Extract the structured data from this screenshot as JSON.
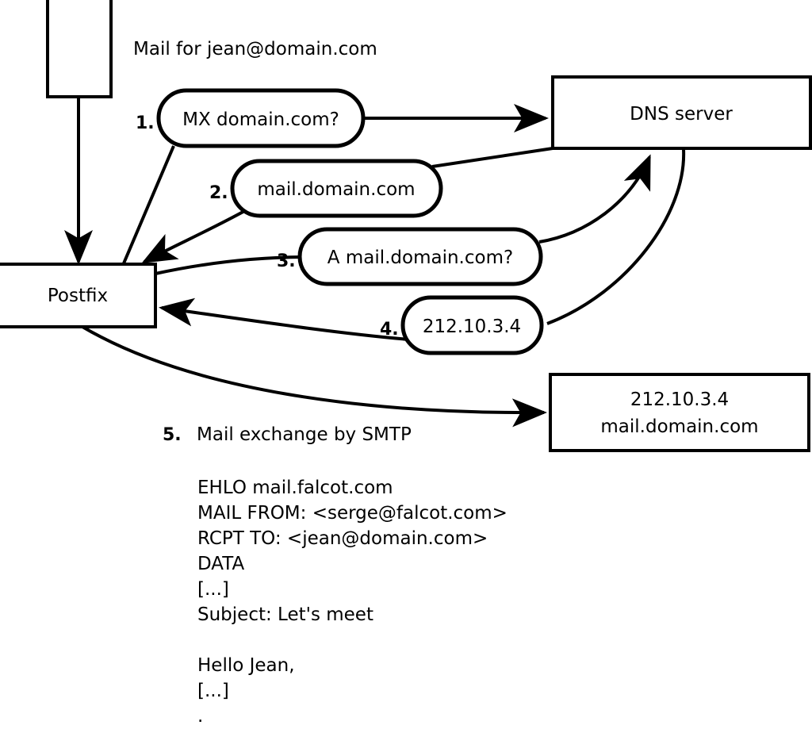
{
  "diagram": {
    "title": "Mail for jean@domain.com",
    "nodes": [
      {
        "id": "sender",
        "label": "",
        "kind": "rect"
      },
      {
        "id": "postfix",
        "label": "Postfix",
        "kind": "rect"
      },
      {
        "id": "dns",
        "label": "DNS server",
        "kind": "rect"
      },
      {
        "id": "mailserver",
        "label_line1": "212.10.3.4",
        "label_line2": "mail.domain.com",
        "kind": "rect"
      }
    ],
    "steps": [
      {
        "num": "1.",
        "label": "MX domain.com?"
      },
      {
        "num": "2.",
        "label": "mail.domain.com"
      },
      {
        "num": "3.",
        "label": "A mail.domain.com?"
      },
      {
        "num": "4.",
        "label": "212.10.3.4"
      }
    ],
    "caption": {
      "num": "5.",
      "label": "Mail exchange by SMTP"
    },
    "transcript": [
      "EHLO mail.falcot.com",
      "MAIL FROM: <serge@falcot.com>",
      "RCPT TO: <jean@domain.com>",
      "DATA",
      "[...]",
      "Subject: Let's meet",
      "",
      "Hello Jean,",
      "[...]",
      "."
    ],
    "colors": {
      "stroke": "#000000",
      "fill": "#ffffff",
      "text": "#000000"
    }
  }
}
